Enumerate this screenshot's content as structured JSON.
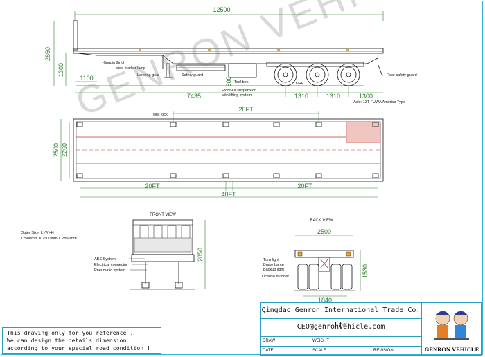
{
  "side_view": {
    "overall_length": "12500",
    "height_total": "2850",
    "height_deck": "1300",
    "front_overhang": "1100",
    "kingpin_to_axle": "7435",
    "axle_spacing_1": "1310",
    "axle_spacing_2": "1310",
    "rear_overhang": "1300",
    "ground_clearance": "600",
    "labels": {
      "kingpin": "Kingpin 2inch",
      "side_marker": "side marker lamp",
      "landing_gear": "Landing gear",
      "safety_guard": "Safety guard",
      "tool_box": "Tool box",
      "suspension_1": "Front Air suspension",
      "suspension_2": "with lifting system",
      "tire": "TIRE",
      "rear_guard": "Rear safety guard",
      "axle": "Axle: 13T FUWA America Type"
    }
  },
  "top_view": {
    "width_outer": "2500",
    "width_inner": "2260",
    "container_20ft": "20FT",
    "twist_lock": "Twist lock",
    "bottom_20ft_left": "20FT",
    "bottom_20ft_right": "20FT",
    "bottom_40ft": "40FT"
  },
  "front_view": {
    "title": "FRONT VIEW",
    "height": "2850",
    "outer_size_title": "Outer Size: L×W×H",
    "outer_size_value": "12500mm X 2500mm X 2850mm",
    "labels": {
      "abs": "ABS System",
      "electrical": "Electrical connector",
      "pneumatic": "Pneumatic system"
    }
  },
  "back_view": {
    "title": "BACK VIEW",
    "width": "2500",
    "height": "1530",
    "wheel_track": "1840",
    "labels": {
      "turn": "Turn light",
      "brake": "Brake Lamp",
      "backup": "Backup light",
      "license": "License number"
    }
  },
  "watermark": "GENRON VEHICLE",
  "note": {
    "line1": "This drawing only for you reference .",
    "line2": "We can design the details dimension",
    "line3": "according to your special road condition !"
  },
  "title_block": {
    "company": "Qingdao Genron International Trade Co. Ltd",
    "email": "CEO@genronvehicle.com",
    "draw_label": "DRAW",
    "weight_label": "WEIGHT",
    "date_label": "DATE",
    "scale_label": "SCALE",
    "revision_label": "REVISION",
    "logo_text": "GENRON VEHICLE"
  },
  "colors": {
    "line": "#111111",
    "dimension": "#2a7a2a",
    "frame": "#33b3cf",
    "deck_red": "#c0392b"
  }
}
